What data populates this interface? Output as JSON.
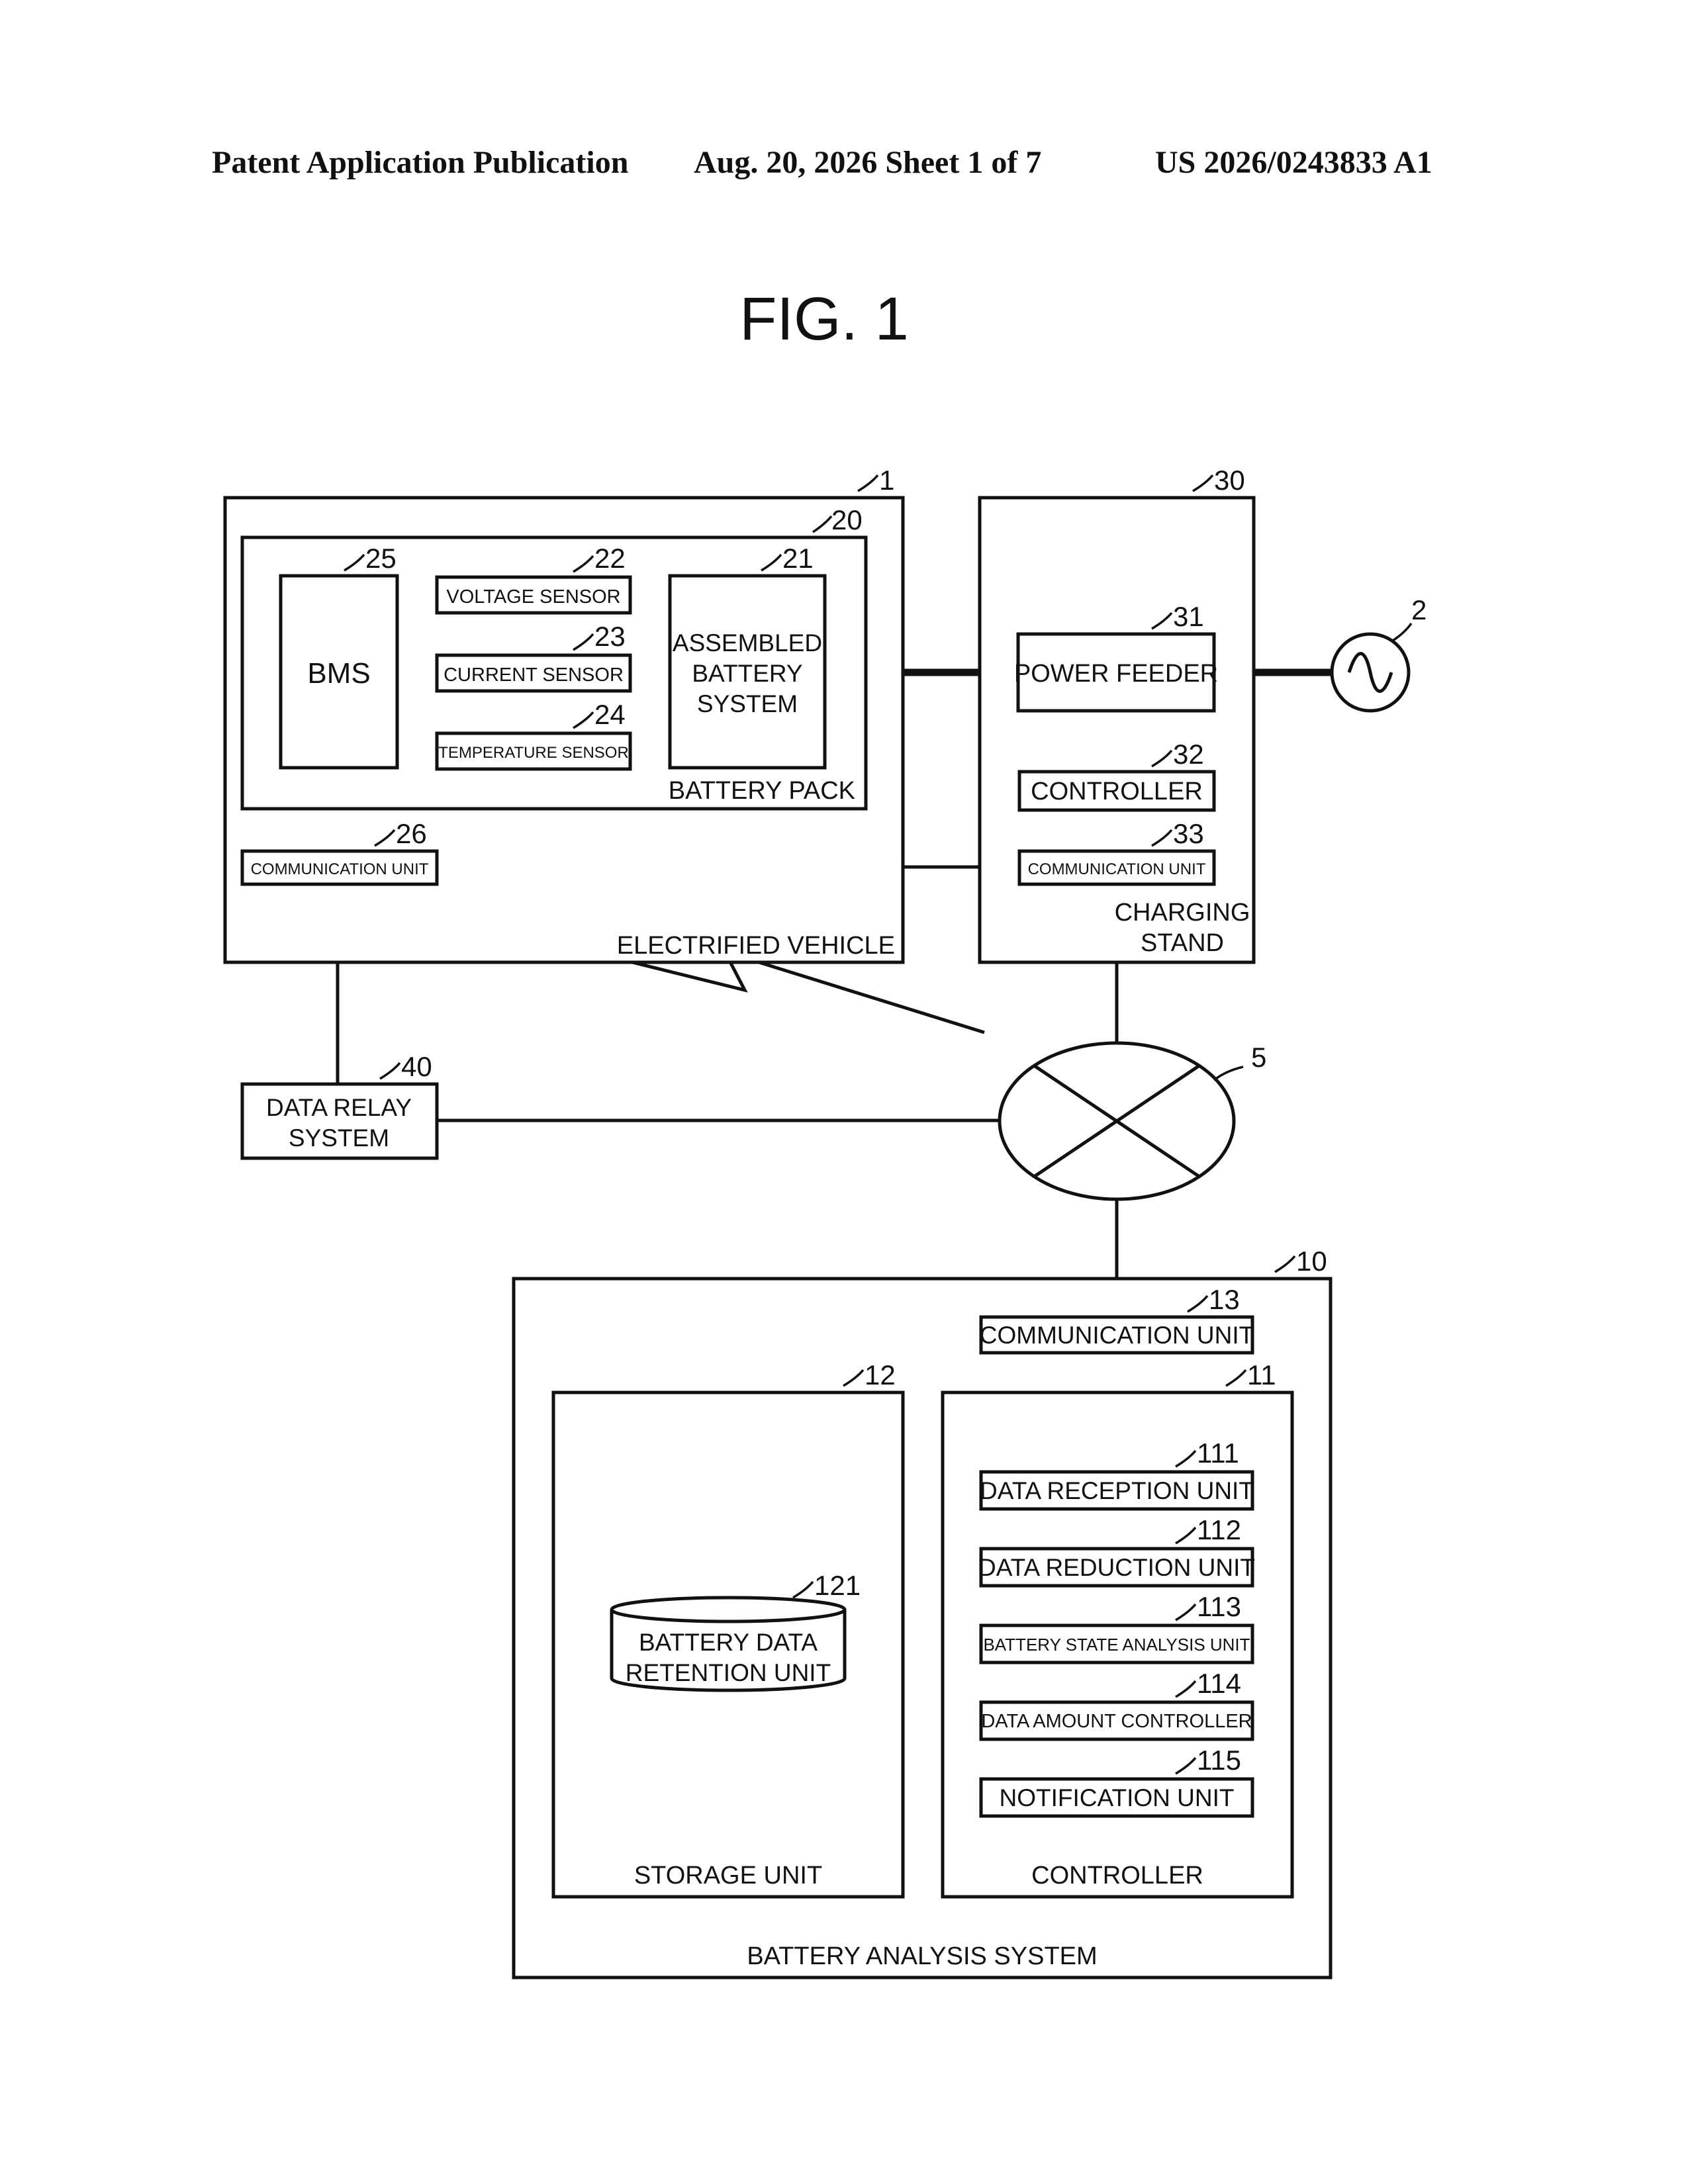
{
  "header": {
    "publication": "Patent Application Publication",
    "date_sheet": "Aug. 20, 2026  Sheet 1 of 7",
    "pub_number": "US 2026/0243833 A1"
  },
  "figure": {
    "title": "FIG. 1"
  },
  "diagram": {
    "electrified_vehicle": {
      "ref": "1",
      "label": "ELECTRIFIED VEHICLE"
    },
    "battery_pack": {
      "ref": "20",
      "label": "BATTERY PACK"
    },
    "bms": {
      "ref": "25",
      "label": "BMS"
    },
    "voltage_sensor": {
      "ref": "22",
      "label": "VOLTAGE SENSOR"
    },
    "current_sensor": {
      "ref": "23",
      "label": "CURRENT SENSOR"
    },
    "temperature_sensor": {
      "ref": "24",
      "label": "TEMPERATURE SENSOR"
    },
    "assembled_battery": {
      "ref": "21",
      "lines": [
        "ASSEMBLED",
        "BATTERY",
        "SYSTEM"
      ]
    },
    "vehicle_comm": {
      "ref": "26",
      "label": "COMMUNICATION UNIT"
    },
    "charging_stand": {
      "ref": "30",
      "lines": [
        "CHARGING",
        "STAND"
      ]
    },
    "power_feeder": {
      "ref": "31",
      "label": "POWER FEEDER"
    },
    "stand_controller": {
      "ref": "32",
      "label": "CONTROLLER"
    },
    "stand_comm": {
      "ref": "33",
      "label": "COMMUNICATION UNIT"
    },
    "ac_source": {
      "ref": "2"
    },
    "network": {
      "ref": "5"
    },
    "data_relay": {
      "ref": "40",
      "lines": [
        "DATA RELAY",
        "SYSTEM"
      ]
    },
    "analysis_system": {
      "ref": "10",
      "label": "BATTERY ANALYSIS SYSTEM"
    },
    "analysis_comm": {
      "ref": "13",
      "label": "COMMUNICATION UNIT"
    },
    "storage_unit": {
      "ref": "12",
      "label": "STORAGE UNIT"
    },
    "retention_unit": {
      "ref": "121",
      "lines": [
        "BATTERY DATA",
        "RETENTION UNIT"
      ]
    },
    "controller": {
      "ref": "11",
      "label": "CONTROLLER"
    },
    "data_reception": {
      "ref": "111",
      "label": "DATA RECEPTION UNIT"
    },
    "data_reduction": {
      "ref": "112",
      "label": "DATA REDUCTION UNIT"
    },
    "state_analysis": {
      "ref": "113",
      "label": "BATTERY STATE ANALYSIS UNIT"
    },
    "amount_controller": {
      "ref": "114",
      "label": "DATA AMOUNT CONTROLLER"
    },
    "notification": {
      "ref": "115",
      "label": "NOTIFICATION UNIT"
    }
  }
}
